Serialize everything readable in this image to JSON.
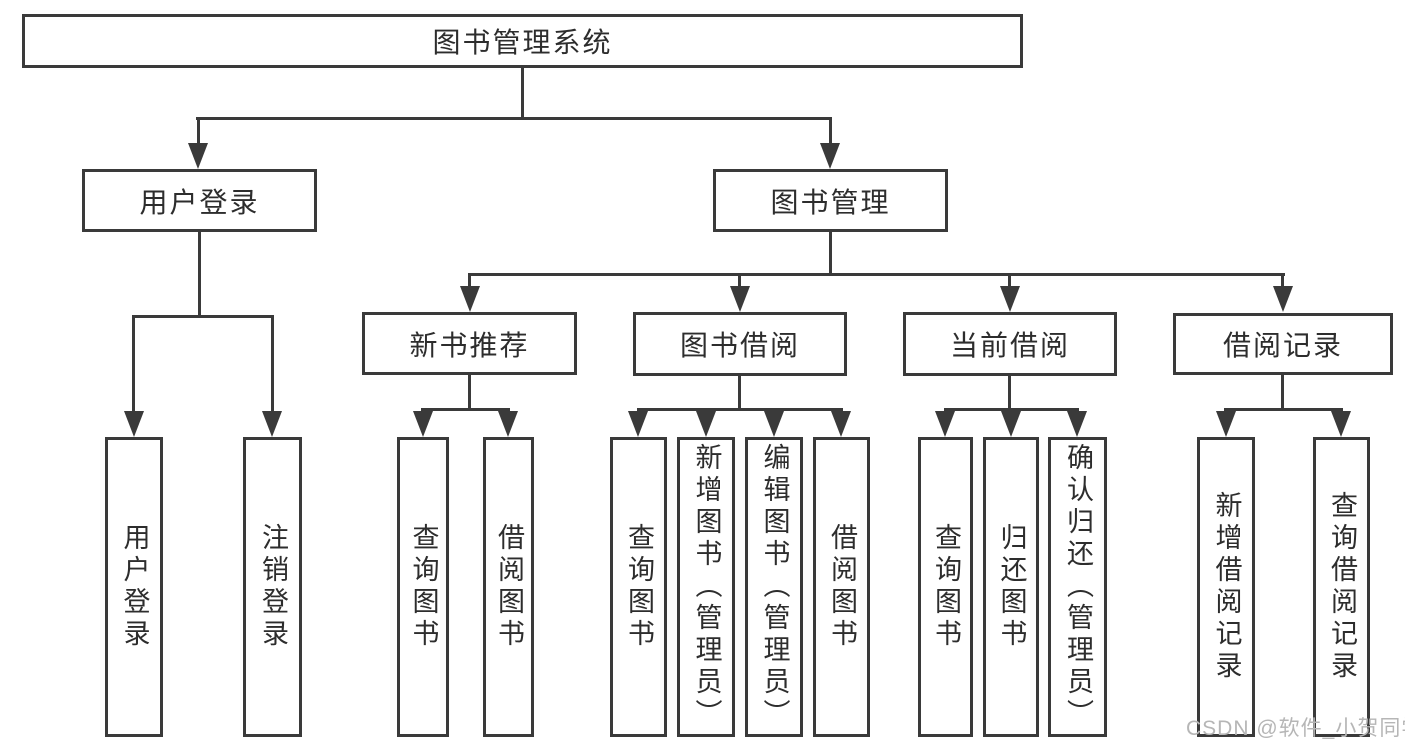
{
  "diagram": {
    "title_hint": "library-management-system-function-structure",
    "root_label": "图书管理系统",
    "level1": [
      {
        "label": "用户登录"
      },
      {
        "label": "图书管理"
      }
    ],
    "level2": [
      {
        "label": "新书推荐"
      },
      {
        "label": "图书借阅"
      },
      {
        "label": "当前借阅"
      },
      {
        "label": "借阅记录"
      }
    ],
    "leaves": {
      "user_login": [
        "用户登录",
        "注销登录"
      ],
      "new_book_recommend": [
        "查询图书",
        "借阅图书"
      ],
      "book_borrow": [
        "查询图书",
        "新增图书（管理员）",
        "编辑图书（管理员）",
        "借阅图书"
      ],
      "current_borrow": [
        "查询图书",
        "归还图书",
        "确认归还（管理员）"
      ],
      "borrow_records": [
        "新增借阅记录",
        "查询借阅记录"
      ]
    }
  },
  "watermark": {
    "text": "CSDN @软件_小贺同学"
  },
  "colors": {
    "line": "#3a3a3a",
    "text": "#2d2d2d",
    "background": "#ffffff",
    "watermark": "#b6b6b6"
  }
}
